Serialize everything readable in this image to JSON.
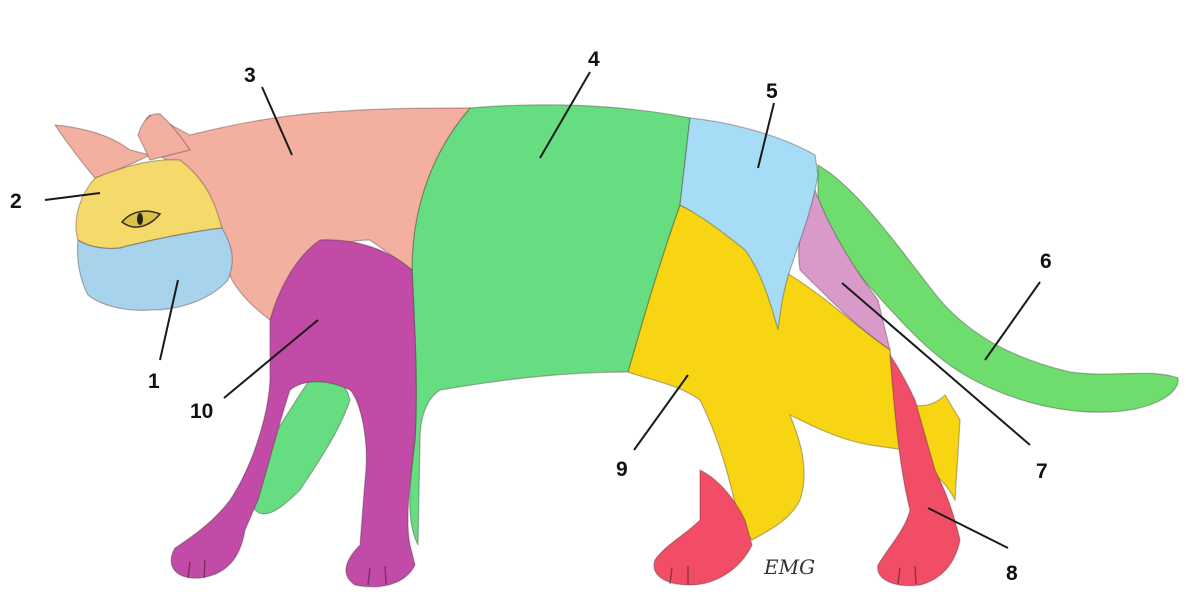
{
  "regions": [
    {
      "id": 1,
      "label": "1",
      "color": "#a7d3ec"
    },
    {
      "id": 2,
      "label": "2",
      "color": "#f5d96a"
    },
    {
      "id": 3,
      "label": "3",
      "color": "#f3b0a0"
    },
    {
      "id": 4,
      "label": "4",
      "color": "#66dd80"
    },
    {
      "id": 5,
      "label": "5",
      "color": "#a6dcf5"
    },
    {
      "id": 6,
      "label": "6",
      "color": "#6edd6e"
    },
    {
      "id": 7,
      "label": "7",
      "color": "#d99ac9"
    },
    {
      "id": 8,
      "label": "8",
      "color": "#f24d66"
    },
    {
      "id": 9,
      "label": "9",
      "color": "#f8d512"
    },
    {
      "id": 10,
      "label": "10",
      "color": "#c14ba6"
    }
  ],
  "signature": "EMG"
}
